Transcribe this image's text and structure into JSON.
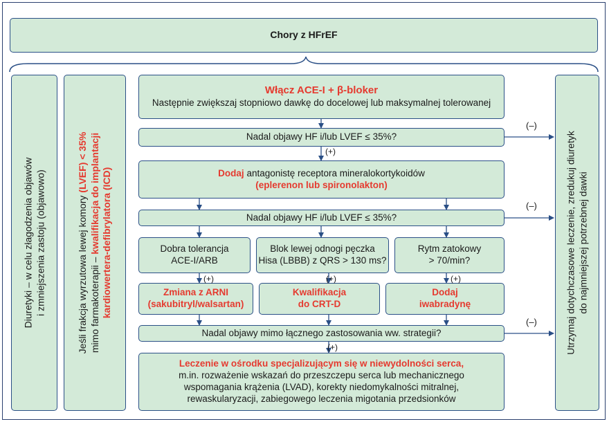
{
  "top": {
    "title": "Chory z HFrEF"
  },
  "left1": {
    "line1": "Diuretyki – w celu złagodzenia objawów",
    "line2": "i zmniejszenia zastoju (objawowo)"
  },
  "left2": {
    "line1_a": "Jeśli frakcja wyrzutowa lewej komory ",
    "line1_b": "(LVEF) < 35%",
    "line2_a": "mimo farmakoterapii – ",
    "line2_b": "kwalifikacja do implantacji",
    "line3": "kardiowertera-defibrylatora (ICD)"
  },
  "right": {
    "line1": "Utrzymaj dotychczasowe leczenie, zredukuj diuretyk",
    "line2": "do najmniejszej potrzebnej dawki"
  },
  "step1": {
    "title": "Włącz ACE-I + β-bloker",
    "text": "Następnie zwiększaj stopniowo dawkę do docelowej lub maksymalnej tolerowanej"
  },
  "q1": {
    "text": "Nadal objawy HF i/lub LVEF ≤ 35%?"
  },
  "step2": {
    "red": "Dodaj",
    "text": " antagonistę receptora mineralokortykoidów",
    "red2": "(eplerenon lub spironolakton)"
  },
  "q2": {
    "text": "Nadal objawy HF i/lub LVEF ≤ 35%?"
  },
  "c1": {
    "line1": "Dobra tolerancja",
    "line2": "ACE-I/ARB"
  },
  "c2": {
    "line1": "Blok lewej odnogi pęczka",
    "line2": "Hisa (LBBB) z QRS > 130 ms?"
  },
  "c3": {
    "line1": "Rytm zatokowy",
    "line2": "> 70/min?"
  },
  "a1": {
    "line1": "Zmiana z ARNI",
    "line2": "(sakubitryl/walsartan)"
  },
  "a2": {
    "line1": "Kwalifikacja",
    "line2": "do CRT-D"
  },
  "a3": {
    "line1": "Dodaj",
    "line2": "iwabradynę"
  },
  "q3": {
    "text": "Nadal objawy mimo łącznego zastosowania ww. strategii?"
  },
  "final": {
    "title": "Leczenie w ośrodku specjalizującym się w niewydolności serca,",
    "line1": "m.in. rozważenie wskazań do przeszczepu serca lub mechanicznego",
    "line2": "wspomagania krążenia (LVAD), korekty niedomykalności mitralnej,",
    "line3": "rewaskularyzacji, zabiegowego leczenia migotania przedsionków"
  },
  "labels": {
    "plus": "(+)",
    "minus": "(–)"
  },
  "colors": {
    "box_fill": "#d3ead8",
    "border": "#2a4f86",
    "accent_red": "#e53a2f"
  }
}
